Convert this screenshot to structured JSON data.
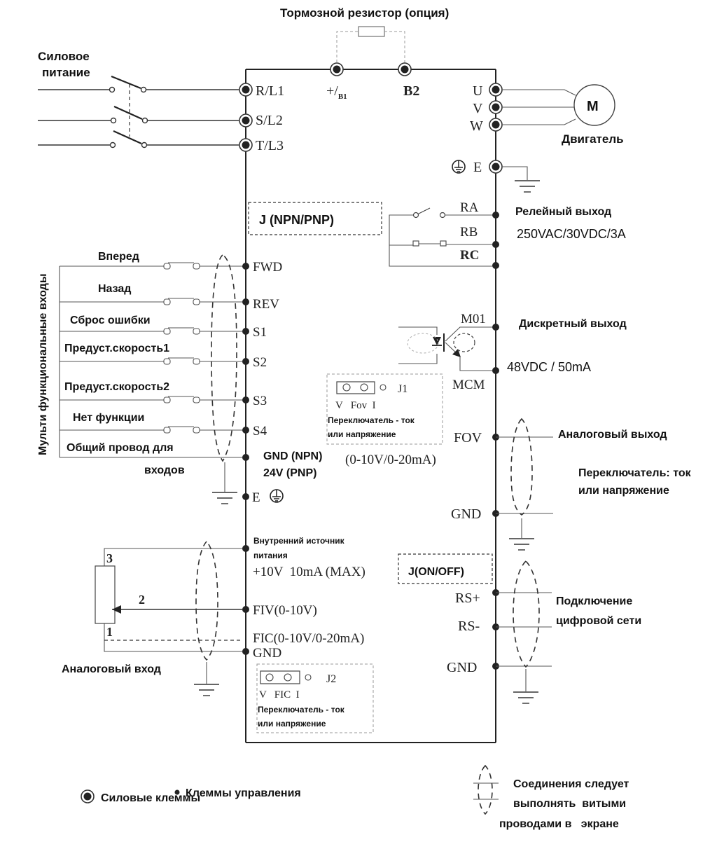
{
  "title": {
    "brake_resistor": "Тормозной резистор (опция)"
  },
  "power_input": {
    "label_line1": "Силовое",
    "label_line2": "питание",
    "terminals": [
      "R/L1",
      "S/L2",
      "T/L3"
    ]
  },
  "dc_bus": {
    "plus_terminal": "+/",
    "plus_sub": "B1",
    "b2_terminal": "B2"
  },
  "motor": {
    "terminals": [
      "U",
      "V",
      "W"
    ],
    "symbol": "M",
    "label": "Двигатель",
    "earth_terminal": "E"
  },
  "jumper_npn": "J (NPN/PNP)",
  "relay": {
    "terminals": [
      "RA",
      "RB",
      "RC"
    ],
    "label": "Релейный выход",
    "rating": "250VAC/30VDC/3A"
  },
  "discrete_output": {
    "terminals": [
      "M01",
      "MCM"
    ],
    "label": "Дискретный выход",
    "rating": "48VDC / 50mA"
  },
  "multi_inputs": {
    "vertical_label": "Мульти функциональные входы",
    "inputs": [
      {
        "label": "Вперед",
        "terminal": "FWD"
      },
      {
        "label": "Назад",
        "terminal": "REV"
      },
      {
        "label": "Сброс ошибки",
        "terminal": "S1"
      },
      {
        "label": "Предуст.скорость1",
        "terminal": "S2"
      },
      {
        "label": "Предуст.скорость2",
        "terminal": "S3"
      },
      {
        "label": "Нет функции",
        "terminal": "S4"
      }
    ],
    "common_label_line1": "Общий провод для",
    "common_label_line2": "входов",
    "common_terminal_line1": "GND (NPN)",
    "common_terminal_line2": "24V (PNP)",
    "earth_terminal": "E"
  },
  "j1": {
    "name": "J1",
    "pins": "V   Fov  I",
    "desc_line1": "Переключатель - ток",
    "desc_line2": "или напряжение"
  },
  "analog_output": {
    "terminal": "FOV",
    "range": "(0-10V/0-20mA)",
    "gnd_terminal": "GND",
    "label": "Аналоговый выход",
    "switch_line1": "Переключатель: ток",
    "switch_line2": "или напряжение"
  },
  "internal_supply": {
    "label_line1": "Внутренний источник",
    "label_line2": "питания",
    "spec": "+10V  10mA (MAX)"
  },
  "jumper_onoff": "J(ON/OFF)",
  "analog_input": {
    "pot_pins": [
      "3",
      "2",
      "1"
    ],
    "fiv_terminal": "FIV(0-10V)",
    "fic_terminal": "FIC(0-10V/0-20mA)",
    "gnd_terminal": "GND",
    "label": "Аналоговый вход"
  },
  "j2": {
    "name": "J2",
    "pins": "V   FIC  I",
    "desc_line1": "Переключатель - ток",
    "desc_line2": "или напряжение"
  },
  "network": {
    "terminals": [
      "RS+",
      "RS-",
      "GND"
    ],
    "label_line1": "Подключение",
    "label_line2": "цифровой сети"
  },
  "legend": {
    "power_terminals": "Силовые клеммы",
    "control_terminals": "Клеммы управления",
    "shield_line1": "Соединения следует",
    "shield_line2": "выполнять  витыми",
    "shield_line3": "проводами в   экране"
  }
}
